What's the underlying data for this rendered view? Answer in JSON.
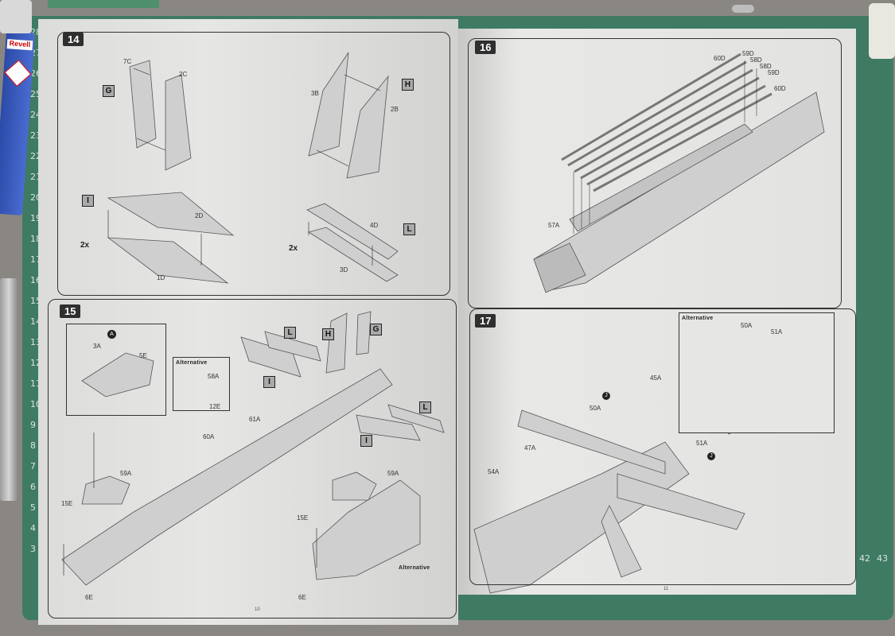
{
  "ruler_left": [
    "28",
    "27",
    "26",
    "25",
    "24",
    "23",
    "22",
    "21",
    "20",
    "19",
    "18",
    "17",
    "16",
    "15",
    "14",
    "13",
    "12",
    "11",
    "10",
    "9",
    "8",
    "7",
    "6",
    "5",
    "4",
    "3"
  ],
  "ruler_right": [
    "42",
    "43"
  ],
  "tube_label": "Revell",
  "steps": {
    "s14": {
      "number": "14",
      "boxes": [
        "G",
        "H",
        "I",
        "L"
      ],
      "parts": [
        "7C",
        "2C",
        "3B",
        "2B",
        "2D",
        "1D",
        "4D",
        "3D"
      ],
      "multipliers": [
        "2x",
        "2x"
      ]
    },
    "s15": {
      "number": "15",
      "boxes": [
        "L",
        "H",
        "G",
        "I",
        "L",
        "I"
      ],
      "parts": [
        "3A",
        "5E",
        "58A",
        "12E",
        "61A",
        "60A",
        "59A",
        "15E",
        "6E",
        "59A",
        "15E",
        "6E"
      ],
      "circle_marker": "A",
      "alternative_1": "Alternative",
      "alternative_2": "Alternative"
    },
    "s16": {
      "number": "16",
      "parts": [
        "60D",
        "59D",
        "58D",
        "58D",
        "59D",
        "60D",
        "57A"
      ]
    },
    "s17": {
      "number": "17",
      "parts": [
        "50A",
        "51A",
        "45A",
        "50A",
        "47A",
        "54A",
        "51A"
      ],
      "alternative": "Alternative",
      "circle_markers": [
        "J",
        "J"
      ]
    }
  },
  "page_numbers": {
    "left": "10",
    "right": "11"
  }
}
